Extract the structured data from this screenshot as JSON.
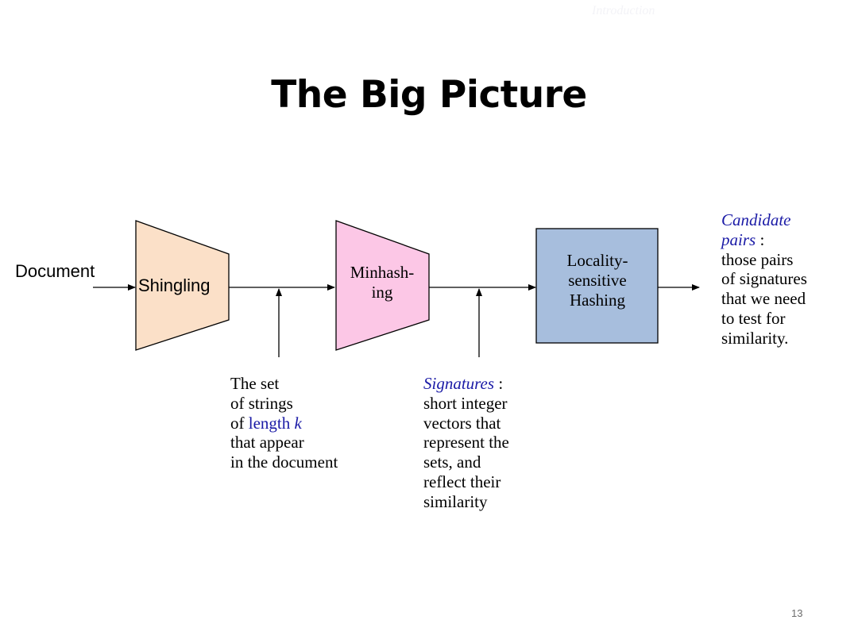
{
  "header_text": "Introduction",
  "title": "The Big Picture",
  "page_number": "13",
  "diagram": {
    "input_label": "Document",
    "stages": [
      {
        "id": "shingling",
        "label": "Shingling",
        "shape": "trapezoid",
        "fill": "#fbe0c8"
      },
      {
        "id": "minhashing",
        "label_lines": [
          "Minhash-",
          "ing"
        ],
        "shape": "trapezoid",
        "fill": "#fcc7e6"
      },
      {
        "id": "lsh",
        "label_lines": [
          "Locality-",
          "sensitive",
          "Hashing"
        ],
        "shape": "rectangle",
        "fill": "#a7bedd"
      }
    ],
    "annotations": {
      "sets": {
        "lines": [
          "The set",
          "of strings",
          "that appear",
          "in the document"
        ],
        "length_prefix": "of ",
        "length_word": "length",
        "length_var": "k"
      },
      "signatures": {
        "term": "Signatures",
        "separator": " :",
        "lines": [
          "short integer",
          "vectors that",
          "represent the",
          "sets, and",
          "reflect their",
          "similarity"
        ]
      },
      "candidates": {
        "term_line1": "Candidate",
        "term_line2": "pairs",
        "separator": " :",
        "lines": [
          "those pairs",
          "of signatures",
          "that we need",
          "to test for",
          "similarity."
        ]
      }
    },
    "colors": {
      "accent_blue": "#1a1aa6",
      "stroke": "#000000"
    }
  }
}
